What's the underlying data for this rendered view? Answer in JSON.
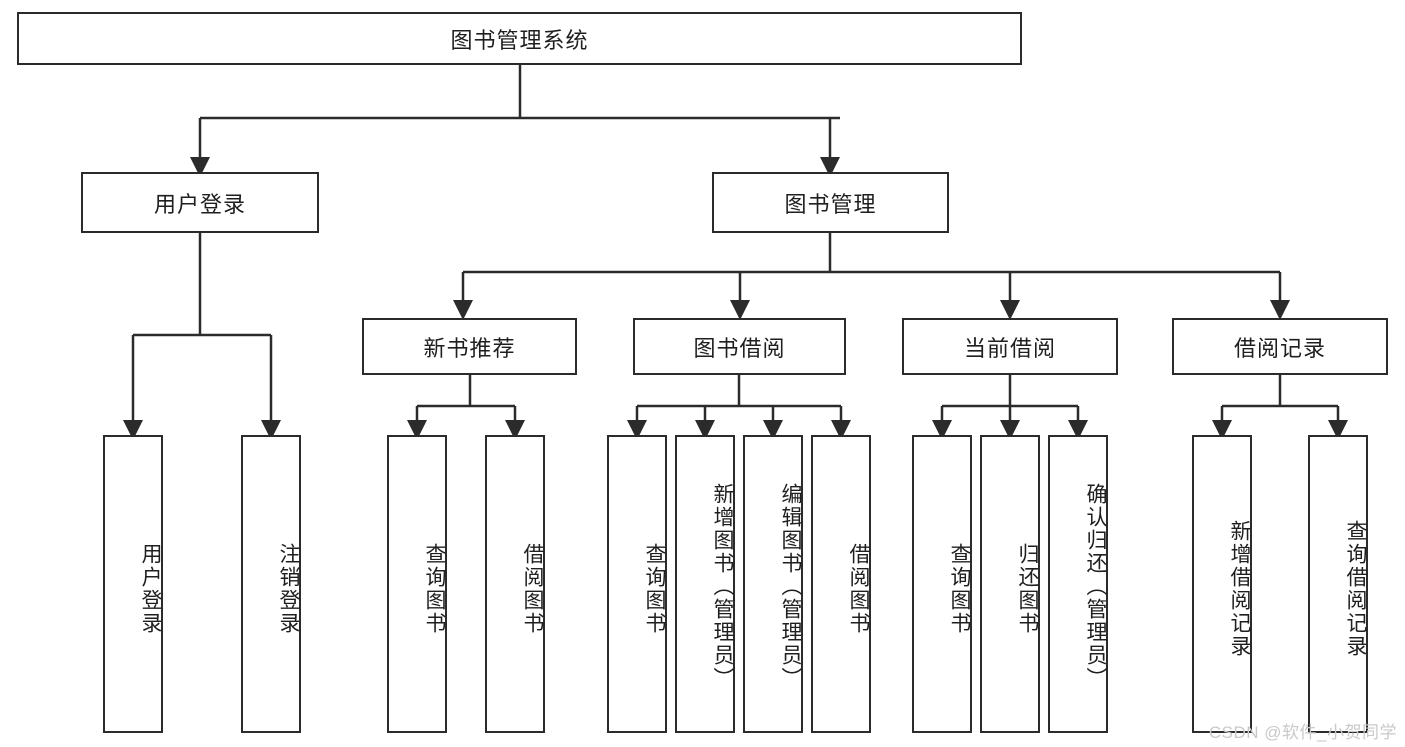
{
  "diagram": {
    "type": "tree-hierarchy-chart",
    "title_node": {
      "label": "图书管理系统"
    },
    "level2": [
      {
        "id": "user-login",
        "label": "用户登录"
      },
      {
        "id": "book-management",
        "label": "图书管理"
      }
    ],
    "level3": [
      {
        "id": "new-book-recommend",
        "label": "新书推荐"
      },
      {
        "id": "book-borrow",
        "label": "图书借阅"
      },
      {
        "id": "current-borrow",
        "label": "当前借阅"
      },
      {
        "id": "borrow-record",
        "label": "借阅记录"
      }
    ],
    "leaves": {
      "user_login": [
        {
          "id": "leaf-user-login",
          "label": "用户登录"
        },
        {
          "id": "leaf-logout-login",
          "label": "注销登录"
        }
      ],
      "new_book_recommend": [
        {
          "id": "leaf-query-book-1",
          "label": "查询图书"
        },
        {
          "id": "leaf-borrow-book-1",
          "label": "借阅图书"
        }
      ],
      "book_borrow": [
        {
          "id": "leaf-query-book-2",
          "label": "查询图书"
        },
        {
          "id": "leaf-add-book",
          "label": "新增图书（管理员）"
        },
        {
          "id": "leaf-edit-book",
          "label": "编辑图书（管理员）"
        },
        {
          "id": "leaf-borrow-book-2",
          "label": "借阅图书"
        }
      ],
      "current_borrow": [
        {
          "id": "leaf-query-book-3",
          "label": "查询图书"
        },
        {
          "id": "leaf-return-book",
          "label": "归还图书"
        },
        {
          "id": "leaf-confirm-return",
          "label": "确认归还（管理员）"
        }
      ],
      "borrow_record": [
        {
          "id": "leaf-add-borrow-record",
          "label": "新增借阅记录"
        },
        {
          "id": "leaf-query-borrow-record",
          "label": "查询借阅记录"
        }
      ]
    }
  },
  "watermark": {
    "text": "CSDN @软件_小贺同学"
  },
  "colors": {
    "stroke": "#2b2b2b",
    "background": "#ffffff",
    "text": "#1f1f1f",
    "watermark": "#c9c9c9"
  }
}
